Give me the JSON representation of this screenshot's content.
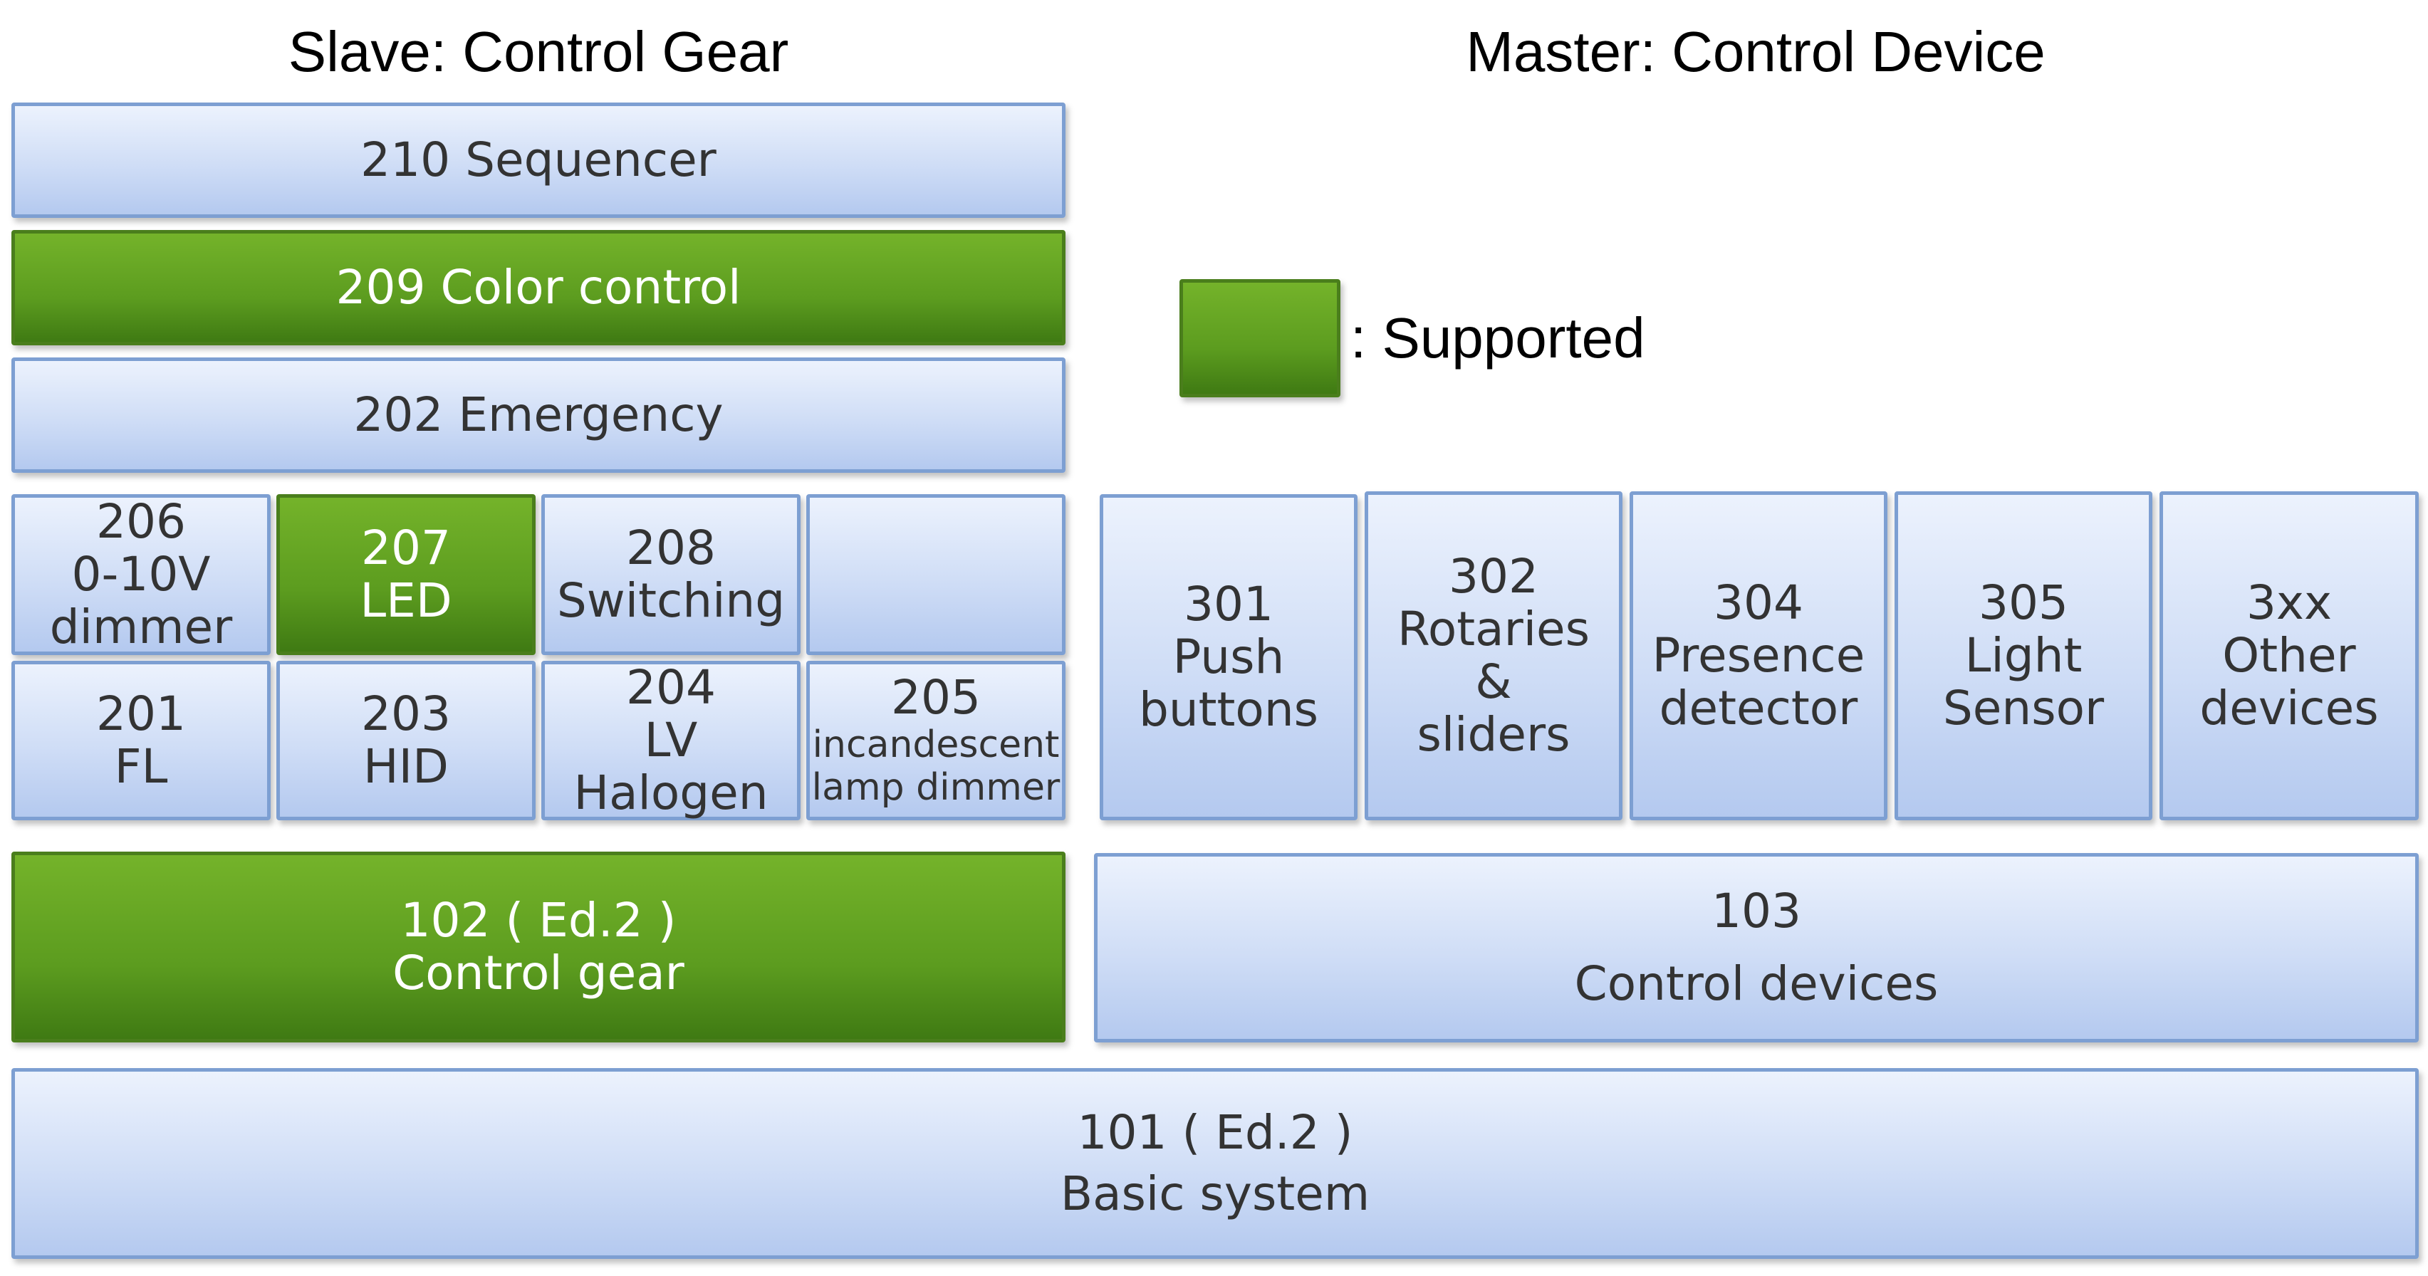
{
  "headers": {
    "slave": "Slave: Control Gear",
    "master": "Master: Control Device"
  },
  "legend": {
    "label": ": Supported",
    "color": "#5c9c1f"
  },
  "colors": {
    "supported": "#5c9c1f",
    "unsupported": "#cfddf6",
    "border": "#7d9fd2"
  },
  "blocks": {
    "b210": {
      "lines": [
        "210 Sequencer"
      ],
      "supported": false
    },
    "b209": {
      "lines": [
        "209 Color control"
      ],
      "supported": true
    },
    "b202": {
      "lines": [
        "202 Emergency"
      ],
      "supported": false
    },
    "b206": {
      "lines": [
        "206",
        "0-10V",
        "dimmer"
      ],
      "supported": false
    },
    "b207": {
      "lines": [
        "207",
        "LED"
      ],
      "supported": true
    },
    "b208": {
      "lines": [
        "208",
        "Switching"
      ],
      "supported": false
    },
    "b201": {
      "lines": [
        "201",
        "FL"
      ],
      "supported": false
    },
    "b203": {
      "lines": [
        "203",
        "HID"
      ],
      "supported": false
    },
    "b204": {
      "lines": [
        "204",
        "LV",
        "Halogen"
      ],
      "supported": false
    },
    "b205": {
      "lines": [
        "205",
        "incandescent",
        "lamp  dimmer"
      ],
      "supported": false
    },
    "b301": {
      "lines": [
        "301",
        "Push",
        "buttons"
      ],
      "supported": false
    },
    "b302": {
      "lines": [
        "302",
        "Rotaries",
        "&",
        "sliders"
      ],
      "supported": false
    },
    "b304": {
      "lines": [
        "304",
        "Presence",
        "detector"
      ],
      "supported": false
    },
    "b305": {
      "lines": [
        "305",
        "Light",
        "Sensor"
      ],
      "supported": false
    },
    "b3xx": {
      "lines": [
        "3xx",
        "Other",
        "devices"
      ],
      "supported": false
    },
    "b102": {
      "lines": [
        "102 ( Ed.2 )",
        "Control gear"
      ],
      "supported": true
    },
    "b103": {
      "lines": [
        "103",
        "Control devices"
      ],
      "supported": false
    },
    "b101": {
      "lines": [
        "101 ( Ed.2 )",
        "Basic system"
      ],
      "supported": false
    }
  }
}
